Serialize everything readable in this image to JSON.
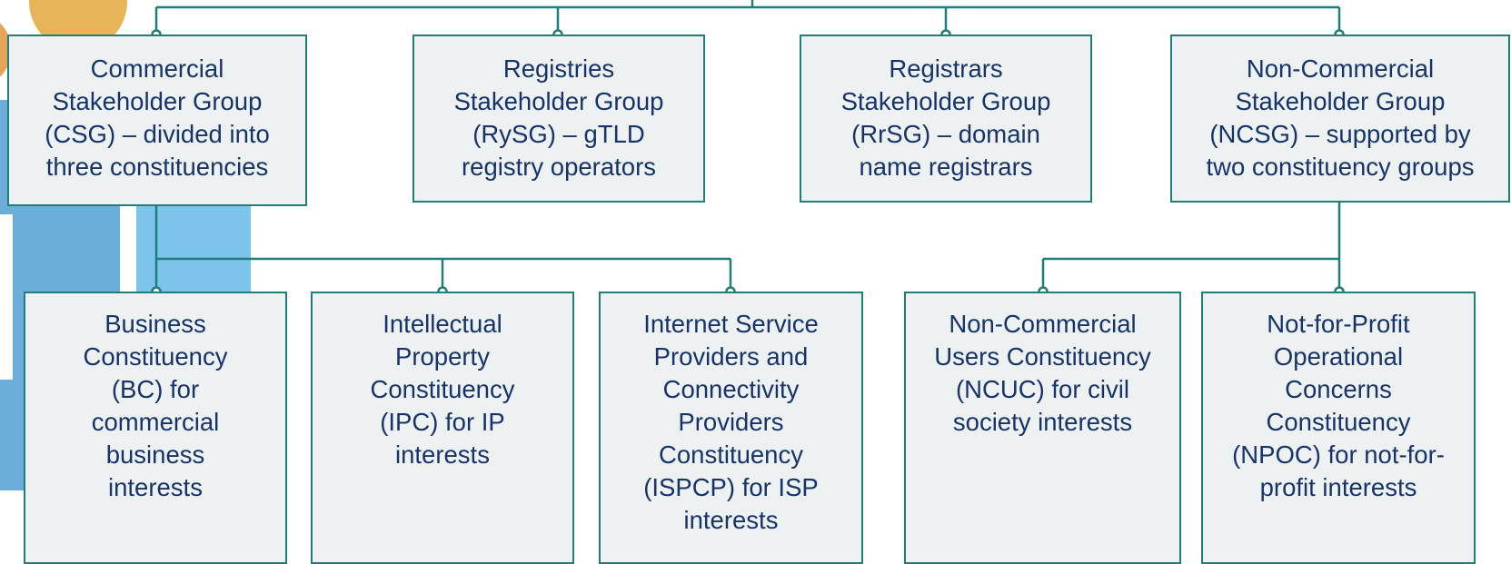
{
  "colors": {
    "box_fill": "#eef1f2",
    "box_border": "#1f7e7c",
    "text": "#16346a",
    "connector": "#1f7e7c",
    "deco_orange": "#e8b45a",
    "deco_blue_dark": "#6aaed9",
    "deco_blue_light": "#7cc4ea"
  },
  "stakeholder_groups": [
    {
      "id": "csg",
      "label": "Commercial\nStakeholder Group\n(CSG) – divided into\nthree constituencies"
    },
    {
      "id": "rysg",
      "label": "Registries\nStakeholder Group\n(RySG) –  gTLD\nregistry operators"
    },
    {
      "id": "rrsg",
      "label": "Registrars\nStakeholder Group\n(RrSG) – domain\nname registrars"
    },
    {
      "id": "ncsg",
      "label": "Non-Commercial\nStakeholder Group\n(NCSG) – supported by\ntwo constituency groups"
    }
  ],
  "constituencies": [
    {
      "id": "bc",
      "parent": "csg",
      "label": "Business\nConstituency\n(BC) for\ncommercial\nbusiness\ninterests"
    },
    {
      "id": "ipc",
      "parent": "csg",
      "label": "Intellectual\nProperty\nConstituency\n(IPC) for IP\ninterests"
    },
    {
      "id": "ispcp",
      "parent": "csg",
      "label": "Internet Service\nProviders and\nConnectivity\nProviders\nConstituency\n(ISPCP) for ISP\ninterests"
    },
    {
      "id": "ncuc",
      "parent": "ncsg",
      "label": "Non-Commercial\nUsers Constituency\n(NCUC) for civil\nsociety interests"
    },
    {
      "id": "npoc",
      "parent": "ncsg",
      "label": "Not-for-Profit\nOperational\nConcerns\nConstituency\n(NPOC) for not-for-\nprofit interests"
    }
  ]
}
